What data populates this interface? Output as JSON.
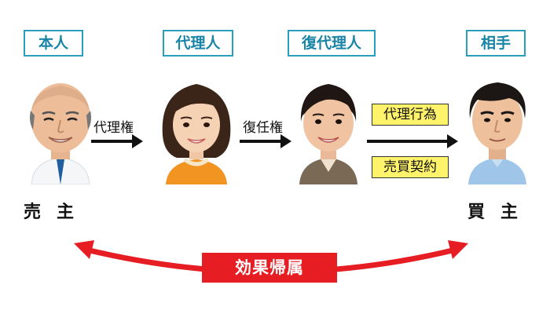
{
  "roles": {
    "person": "本人",
    "agent": "代理人",
    "subagent": "復代理人",
    "other": "相手"
  },
  "arrows": {
    "agency": "代理権",
    "subagency": "復任権"
  },
  "boxes": {
    "act": "代理行為",
    "contract": "売買契約"
  },
  "parties": {
    "seller": "売主",
    "buyer": "買主"
  },
  "effect": "効果帰属",
  "colors": {
    "role_border": "#2a9fbd",
    "role_text": "#1a84a6",
    "box_fill": "#fff36b",
    "effect_red": "#e61d23",
    "arrow_black": "#111111"
  },
  "icons": {
    "seller": "man-older-bald-photo",
    "agent": "woman-bob-hair-photo",
    "subagent": "woman-tied-hair-photo",
    "buyer": "man-young-photo"
  }
}
